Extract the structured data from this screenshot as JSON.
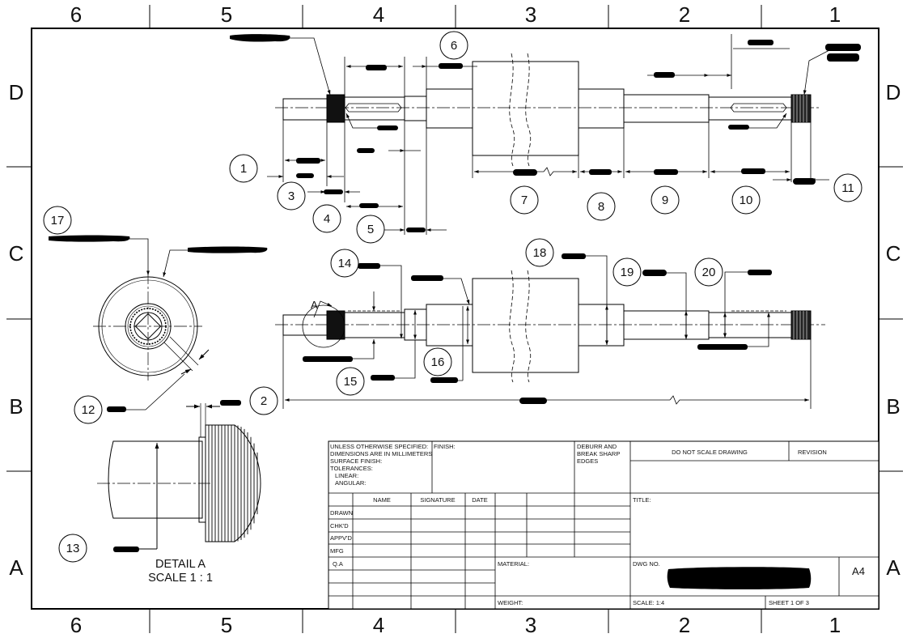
{
  "drawing": {
    "zone_columns": [
      "6",
      "5",
      "4",
      "3",
      "2",
      "1"
    ],
    "zone_rows": [
      "D",
      "C",
      "B",
      "A"
    ],
    "balloons": [
      "1",
      "2",
      "3",
      "4",
      "5",
      "6",
      "7",
      "8",
      "9",
      "10",
      "11",
      "12",
      "13",
      "14",
      "15",
      "16",
      "17",
      "18",
      "19",
      "20"
    ],
    "detail_marker": "A",
    "detail_title": "DETAIL A",
    "detail_scale": "SCALE 1 : 1"
  },
  "title_block": {
    "notes": [
      "UNLESS OTHERWISE SPECIFIED:",
      "DIMENSIONS ARE IN MILLIMETERS",
      "SURFACE FINISH:",
      "TOLERANCES:",
      "LINEAR:",
      "ANGULAR:"
    ],
    "finish_label": "FINISH:",
    "deburr": [
      "DEBURR AND",
      "BREAK SHARP",
      "EDGES"
    ],
    "do_not_scale": "DO NOT SCALE DRAWING",
    "revision_label": "REVISION",
    "col_name": "NAME",
    "col_signature": "SIGNATURE",
    "col_date": "DATE",
    "rows": [
      "DRAWN",
      "CHK'D",
      "APPV'D",
      "MFG",
      "Q.A"
    ],
    "title_label": "TITLE:",
    "material_label": "MATERIAL:",
    "dwg_no_label": "DWG NO.",
    "size": "A4",
    "weight_label": "WEIGHT:",
    "scale_label": "SCALE: 1:4",
    "sheet_label": "SHEET 1 OF 3"
  }
}
